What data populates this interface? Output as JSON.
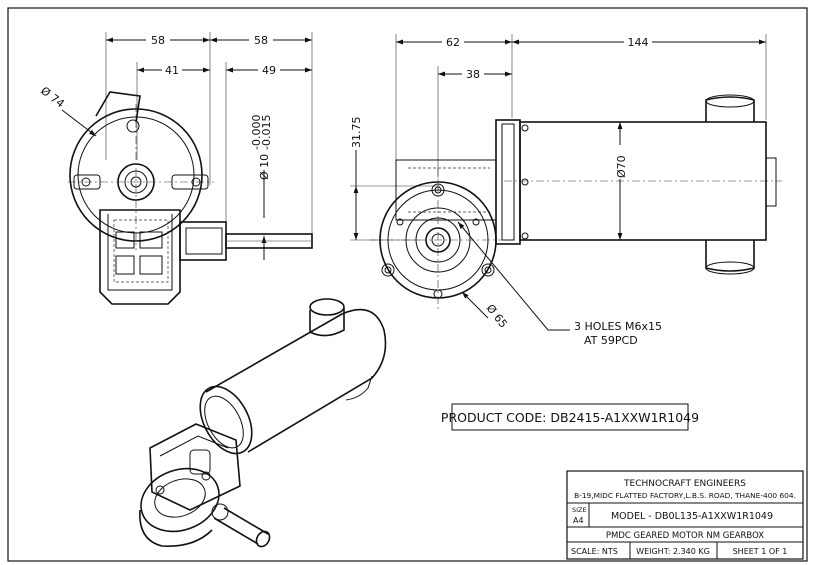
{
  "dimensions": {
    "d58_left": "58",
    "d58_right": "58",
    "d41": "41",
    "d49": "49",
    "dia74": "Ø 74",
    "shaft_tol": "Ø 10",
    "tol_upper": "-0.000",
    "tol_lower": "-0.015",
    "d62": "62",
    "d144": "144",
    "d38": "38",
    "d3175": "31.75",
    "dia70": "Ø70",
    "dia65": "Ø 65"
  },
  "notes": {
    "holes_line1": "3 HOLES M6x15",
    "holes_line2": "AT 59PCD"
  },
  "product_code": "PRODUCT CODE: DB2415-A1XXW1R1049",
  "title_block": {
    "company": "TECHNOCRAFT ENGINEERS",
    "address": "B-19,MIDC FLATTED FACTORY,L.B.S. ROAD, THANE-400 604.",
    "size_label": "SIZE",
    "size_value": "A4",
    "model": "MODEL - DB0L135-A1XXW1R1049",
    "description": "PMDC GEARED MOTOR NM GEARBOX",
    "scale": "SCALE: NTS",
    "weight": "WEIGHT: 2.340 KG",
    "sheet": "SHEET 1 OF 1"
  }
}
